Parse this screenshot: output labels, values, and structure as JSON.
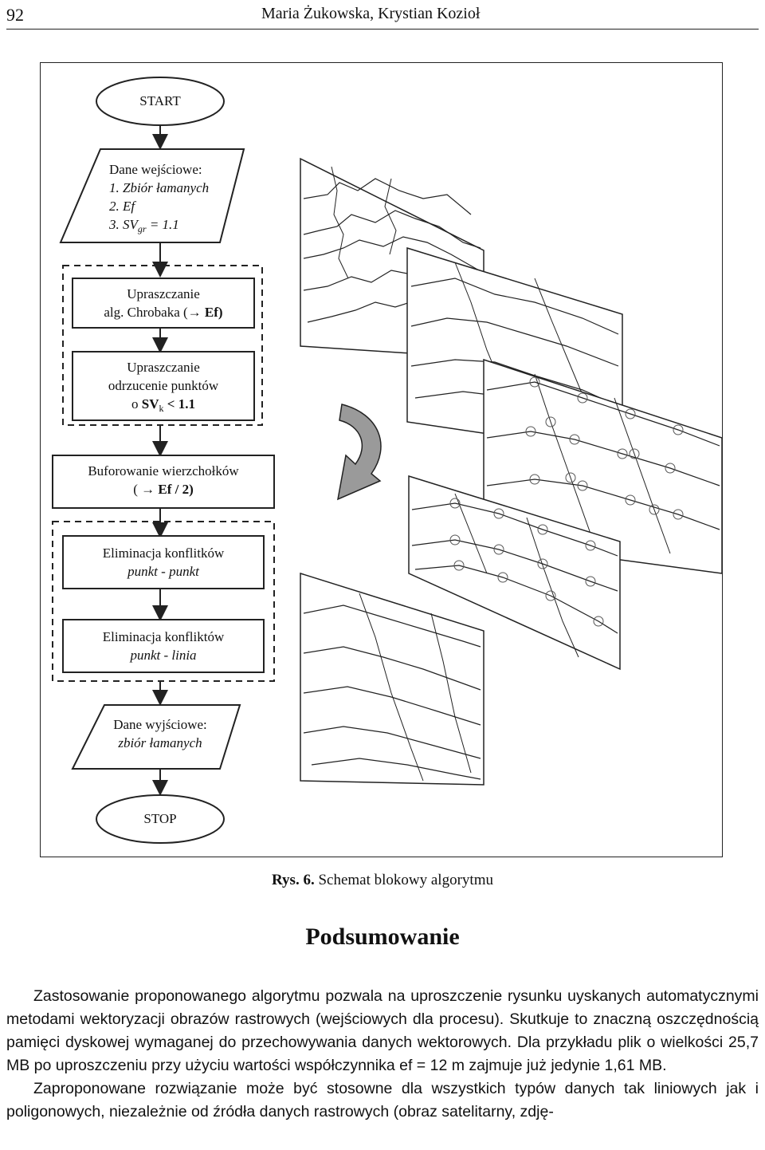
{
  "header": {
    "page_number": "92",
    "authors": "Maria Żukowska, Krystian Kozioł"
  },
  "flowchart": {
    "start": "START",
    "input_title": "Dane wejściowe:",
    "input_items": [
      "1. Zbiór łamanych",
      "2. Ef",
      "3. SV",
      "gr",
      " = 1.1"
    ],
    "simplify1_line1": "Upraszczanie",
    "simplify1_line2": "alg. Chrobaka (",
    "simplify1_bold": "Ef)",
    "simplify2_line1": "Upraszczanie",
    "simplify2_line2": "odrzucenie punktów",
    "simplify2_line3a": "o ",
    "simplify2_sv": "SV",
    "simplify2_k": "k",
    "simplify2_line3b": " < 1.1",
    "buffer_line1": "Buforowanie wierzchołków",
    "buffer_line2a": "( ",
    "buffer_line2b": "Ef / 2)",
    "elim1_line1": "Eliminacja konflitków",
    "elim1_line2": "punkt - punkt",
    "elim2_line1": "Eliminacja konfliktów",
    "elim2_line2": "punkt - linia",
    "output_title": "Dane wyjściowe:",
    "output_item": "zbiór łamanych",
    "stop": "STOP",
    "arrow_glyph": "→"
  },
  "caption": {
    "label": "Rys.  6.",
    "text": " Schemat blokowy algorytmu"
  },
  "section_title": "Podsumowanie",
  "paragraphs": [
    "Zastosowanie proponowanego algorytmu pozwala na uproszczenie rysunku uyskanych automatycznymi metodami wektoryzacji obrazów rastrowych  (wejściowych dla procesu). Skutkuje to znaczną oszczędnością pamięci dyskowej wymaganej do przechowywania danych wektorowych. Dla przykładu plik o wielkości 25,7 MB po uproszczeniu przy użyciu wartości współczynnika ef = 12 m zajmuje już jedynie 1,61 MB.",
    "Zaproponowane rozwiązanie może być stosowne dla wszystkich typów danych tak liniowych jak i poligonowych, niezależnie od źródła danych rastrowych (obraz satelitarny, zdję-"
  ]
}
